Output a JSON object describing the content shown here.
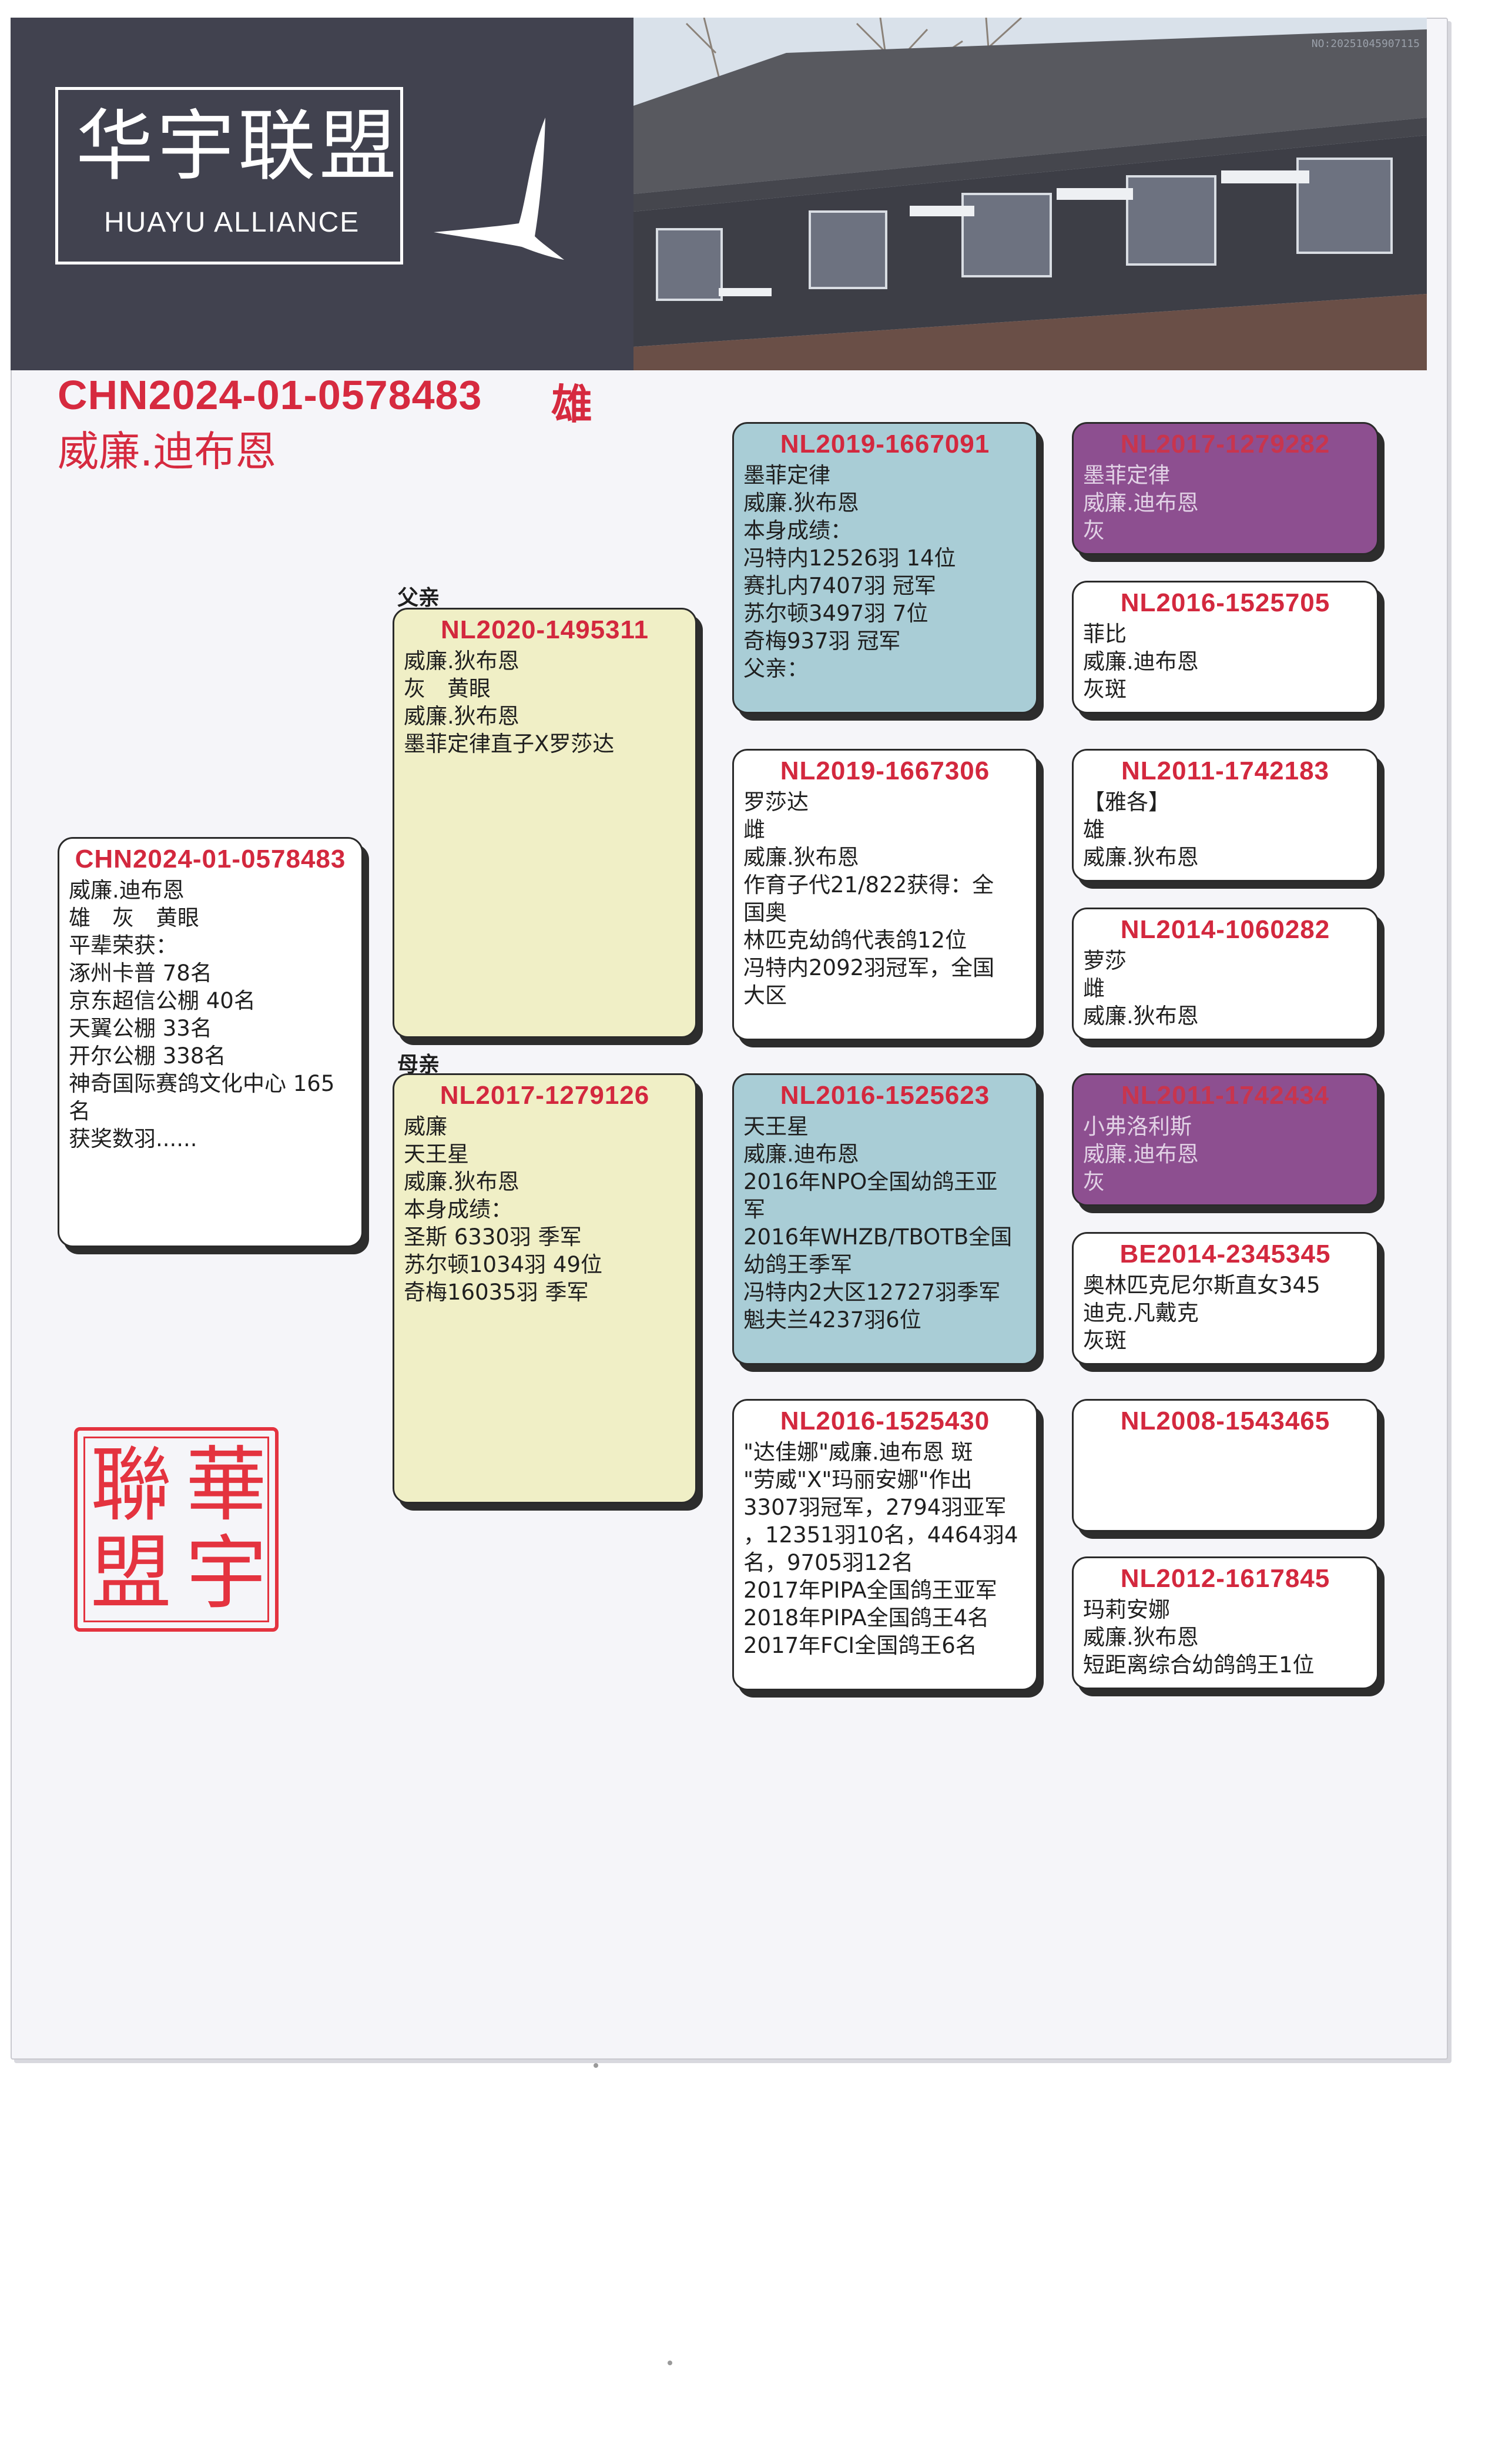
{
  "header": {
    "logo_cn": "华宇联盟",
    "logo_en": "HUAYU ALLIANCE",
    "watermark": "NO:20251045907115"
  },
  "title": {
    "ring": "CHN2024-01-0578483",
    "sex": "雄",
    "name": "威廉.迪布恩"
  },
  "labels": {
    "father": "父亲",
    "mother": "母亲"
  },
  "subject": {
    "ring": "CHN2024-01-0578483",
    "lines": [
      "威廉.迪布恩",
      "雄　灰　黄眼",
      "平辈荣获：",
      "涿州卡普 78名",
      "京东超信公棚 40名",
      "天翼公棚 33名",
      "开尔公棚 338名",
      "神奇国际赛鸽文化中心 165",
      "名",
      "获奖数羽......"
    ]
  },
  "sire": {
    "ring": "NL2020-1495311",
    "lines": [
      "威廉.狄布恩",
      "灰　黄眼",
      "威廉.狄布恩",
      "墨菲定律直子X罗莎达"
    ]
  },
  "dam": {
    "ring": "NL2017-1279126",
    "lines": [
      "威廉",
      "天王星",
      "威廉.狄布恩",
      "本身成绩：",
      "圣斯 6330羽 季军",
      "苏尔顿1034羽 49位",
      "奇梅16035羽 季军"
    ]
  },
  "sire_sire": {
    "ring": "NL2019-1667091",
    "lines": [
      "墨菲定律",
      "威廉.狄布恩",
      "本身成绩：",
      "冯特内12526羽 14位",
      "赛扎内7407羽 冠军",
      "苏尔顿3497羽 7位",
      "奇梅937羽 冠军",
      "父亲："
    ]
  },
  "sire_dam": {
    "ring": "NL2019-1667306",
    "lines": [
      "罗莎达",
      "雌",
      "威廉.狄布恩",
      "作育子代21/822获得：全",
      "国奥",
      "林匹克幼鸽代表鸽12位",
      "冯特内2092羽冠军，全国",
      "大区"
    ]
  },
  "dam_sire": {
    "ring": "NL2016-1525623",
    "lines": [
      "天王星",
      "威廉.迪布恩",
      "2016年NPO全国幼鸽王亚",
      "军",
      "2016年WHZB/TBOTB全国",
      "幼鸽王季军",
      "冯特内2大区12727羽季军",
      "魁夫兰4237羽6位"
    ]
  },
  "dam_dam": {
    "ring": "NL2016-1525430",
    "lines": [
      "\"达佳娜\"威廉.迪布恩 斑",
      "\"劳威\"X\"玛丽安娜\"作出",
      "3307羽冠军，2794羽亚军",
      "，12351羽10名，4464羽4",
      "名，9705羽12名",
      "2017年PIPA全国鸽王亚军",
      "2018年PIPA全国鸽王4名",
      "2017年FCI全国鸽王6名"
    ]
  },
  "gg1": {
    "ring": "NL2017-1279282",
    "lines": [
      "墨菲定律",
      "威廉.迪布恩",
      "灰"
    ]
  },
  "gg2": {
    "ring": "NL2016-1525705",
    "lines": [
      "菲比",
      "威廉.迪布恩",
      "灰斑"
    ]
  },
  "gg3": {
    "ring": "NL2011-1742183",
    "lines": [
      "【雅各】",
      "雄",
      "威廉.狄布恩"
    ]
  },
  "gg4": {
    "ring": "NL2014-1060282",
    "lines": [
      "萝莎",
      "雌",
      "威廉.狄布恩"
    ]
  },
  "gg5": {
    "ring": "NL2011-1742434",
    "lines": [
      "小弗洛利斯",
      "威廉.迪布恩",
      "灰"
    ]
  },
  "gg6": {
    "ring": "BE2014-2345345",
    "lines": [
      "奥林匹克尼尔斯直女345",
      "迪克.凡戴克",
      "灰斑"
    ]
  },
  "gg7": {
    "ring": "NL2008-1543465",
    "lines": []
  },
  "gg8": {
    "ring": "NL2012-1617845",
    "lines": [
      "玛莉安娜",
      "威廉.狄布恩",
      "短距离综合幼鸽鸽王1位"
    ]
  },
  "seal": {
    "chars": [
      "華",
      "宇",
      "聯",
      "盟"
    ],
    "color": "#e4333f"
  },
  "colors": {
    "accent_red": "#d62a3f",
    "sire_card": "#f0efc6",
    "grand_card": "#a9cdd6",
    "purple_card": "#8d4f90"
  }
}
